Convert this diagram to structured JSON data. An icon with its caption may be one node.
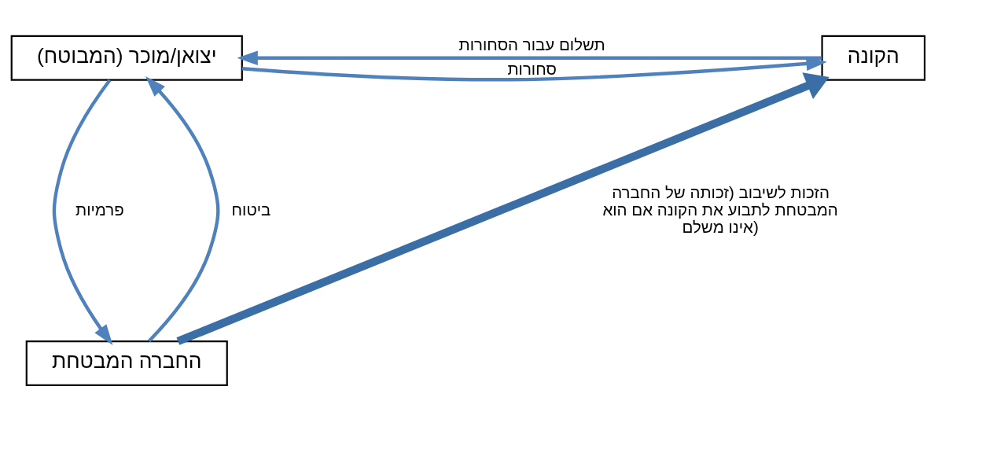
{
  "diagram": {
    "nodes": [
      {
        "text": [
          "יצואן/מוכר (המבוטח)"
        ]
      },
      {
        "text": [
          "הקונה"
        ]
      },
      {
        "text": [
          "החברה המבטחת"
        ]
      }
    ],
    "edges": [
      {
        "from": 0,
        "to": 1,
        "arrow": "to",
        "label": "סחורות"
      },
      {
        "from": 1,
        "to": 0,
        "arrow": "to",
        "label": "תשלום עבור הסחורות"
      },
      {
        "from": 2,
        "to": 0,
        "arrow": "to",
        "label": "ביטוח"
      },
      {
        "from": 0,
        "to": 2,
        "arrow": "to",
        "label": "פרמיות"
      },
      {
        "from": 2,
        "to": 1,
        "arrow": "to",
        "style": "thick",
        "label": "הזכות לשיבוב (זכותה של החברה המבטחת לתבוע את הקונה אם הוא אינו משלם)"
      }
    ]
  }
}
